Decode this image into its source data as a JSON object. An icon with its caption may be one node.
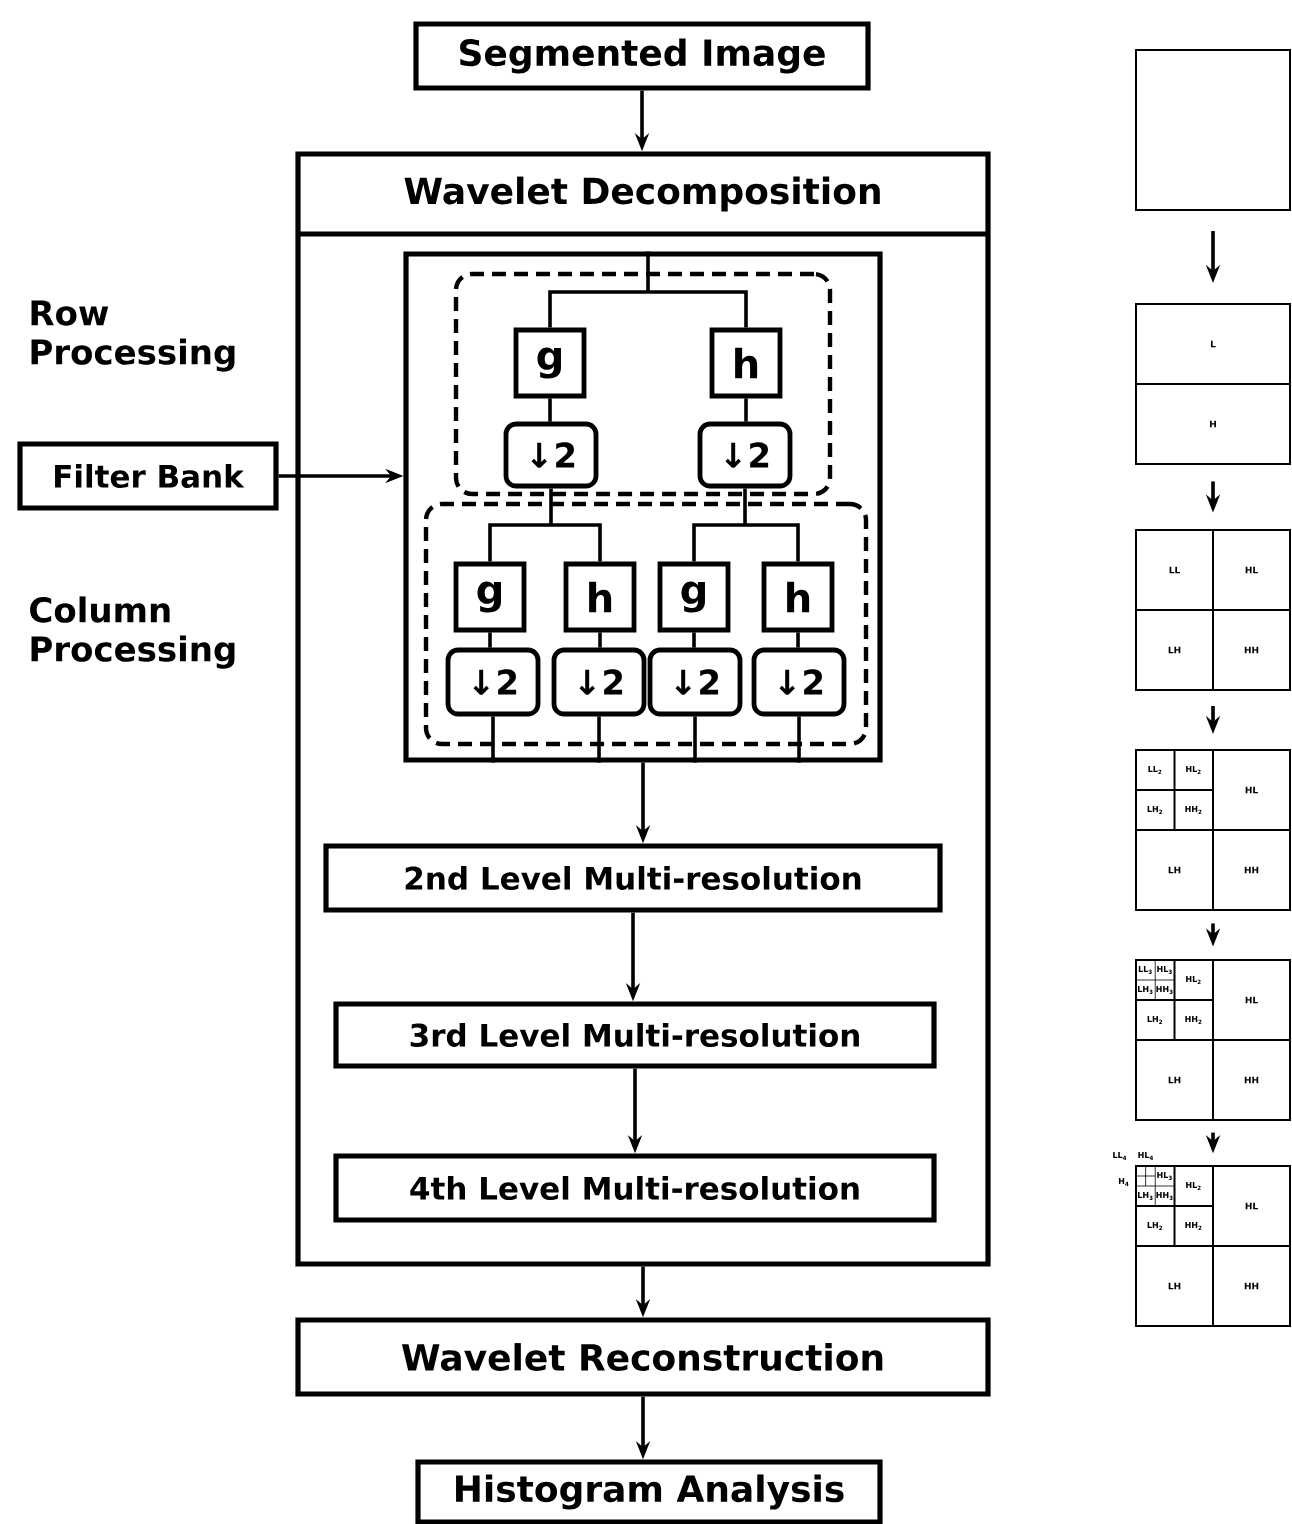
{
  "diagram": {
    "nodes": [
      {
        "text": [
          "Segmented Image"
        ]
      },
      {
        "text": [
          "Wavelet Decomposition"
        ]
      },
      {
        "text": [],
        "shape": "box",
        "in": 1
      },
      {
        "text": [],
        "shape": "box",
        "in": 2
      },
      {
        "text": [
          "g"
        ],
        "in": 3
      },
      {
        "text": [
          "h"
        ],
        "in": 3
      },
      {
        "text": [
          "↓2"
        ],
        "in": 3
      },
      {
        "text": [
          "↓2"
        ],
        "in": 3
      },
      {
        "text": [],
        "shape": "box",
        "in": 2
      },
      {
        "text": [
          "g"
        ],
        "in": 8
      },
      {
        "text": [
          "h"
        ],
        "in": 8
      },
      {
        "text": [
          "g"
        ],
        "in": 8
      },
      {
        "text": [
          "h"
        ],
        "in": 8
      },
      {
        "text": [
          "↓2"
        ],
        "in": 8
      },
      {
        "text": [
          "↓2"
        ],
        "in": 8
      },
      {
        "text": [
          "↓2"
        ],
        "in": 8
      },
      {
        "text": [
          "↓2"
        ],
        "in": 8
      },
      {
        "text": [
          "2nd Level Multi-resolution"
        ],
        "in": 1
      },
      {
        "text": [
          "3rd Level Multi-resolution"
        ],
        "in": 1
      },
      {
        "text": [
          "4th Level Multi-resolution"
        ],
        "in": 1
      },
      {
        "text": [
          "Wavelet Reconstruction"
        ]
      },
      {
        "text": [
          "Histogram Analysis"
        ]
      },
      {
        "text": [
          "Filter Bank"
        ]
      },
      {
        "text": [],
        "shape": "box"
      },
      {
        "text": [
          "L",
          "H"
        ]
      },
      {
        "text": [
          "LL",
          "HL",
          "LH",
          "HH"
        ]
      },
      {
        "text": [
          "LL$_{2}$",
          "HL$_{2}$",
          "HL",
          "LH$_{2}$",
          "HH$_{2}$",
          "LH",
          "HH"
        ]
      },
      {
        "text": [
          "LL$_{3}$",
          "HL$_{3}$",
          "HL$_{2}$",
          "LH$_{3}$",
          "HH$_{3}$",
          "HL",
          "LH$_{2}$",
          "HH$_{2}$",
          "LH",
          "HH"
        ]
      },
      {
        "text": [
          "LL$_{4}$",
          "HL$_{4}$",
          "H$_{4}$",
          "HL$_{3}$",
          "HL$_{2}$",
          "LH$_{3}$",
          "HH$_{3}$",
          "HL",
          "LH$_{2}$",
          "HH$_{2}$",
          "LH",
          "HH"
        ]
      }
    ],
    "edges": [
      {
        "from": 0,
        "to": 1,
        "arrow": "to"
      },
      {
        "from": 22,
        "to": 2,
        "arrow": "to"
      },
      {
        "from": 2,
        "to": 4,
        "arrow": "none"
      },
      {
        "from": 2,
        "to": 5,
        "arrow": "none"
      },
      {
        "from": 4,
        "to": 6,
        "arrow": "none"
      },
      {
        "from": 5,
        "to": 7,
        "arrow": "none"
      },
      {
        "from": 6,
        "to": 9,
        "arrow": "none"
      },
      {
        "from": 6,
        "to": 10,
        "arrow": "none"
      },
      {
        "from": 7,
        "to": 11,
        "arrow": "none"
      },
      {
        "from": 7,
        "to": 12,
        "arrow": "none"
      },
      {
        "from": 9,
        "to": 13,
        "arrow": "none"
      },
      {
        "from": 10,
        "to": 14,
        "arrow": "none"
      },
      {
        "from": 11,
        "to": 15,
        "arrow": "none"
      },
      {
        "from": 12,
        "to": 16,
        "arrow": "none"
      },
      {
        "from": 13,
        "to": 2,
        "arrow": "none"
      },
      {
        "from": 14,
        "to": 2,
        "arrow": "none"
      },
      {
        "from": 15,
        "to": 2,
        "arrow": "none"
      },
      {
        "from": 16,
        "to": 2,
        "arrow": "none"
      },
      {
        "from": 2,
        "to": 17,
        "arrow": "to"
      },
      {
        "from": 17,
        "to": 18,
        "arrow": "to"
      },
      {
        "from": 18,
        "to": 19,
        "arrow": "to"
      },
      {
        "from": 1,
        "to": 20,
        "arrow": "to"
      },
      {
        "from": 20,
        "to": 21,
        "arrow": "to"
      },
      {
        "from": 23,
        "to": 24,
        "arrow": "to"
      },
      {
        "from": 24,
        "to": 25,
        "arrow": "to"
      },
      {
        "from": 25,
        "to": 26,
        "arrow": "to"
      },
      {
        "from": 26,
        "to": 27,
        "arrow": "to"
      },
      {
        "from": 27,
        "to": 28,
        "arrow": "to"
      }
    ],
    "labels": [
      "Row Processing",
      "Column Processing"
    ]
  }
}
